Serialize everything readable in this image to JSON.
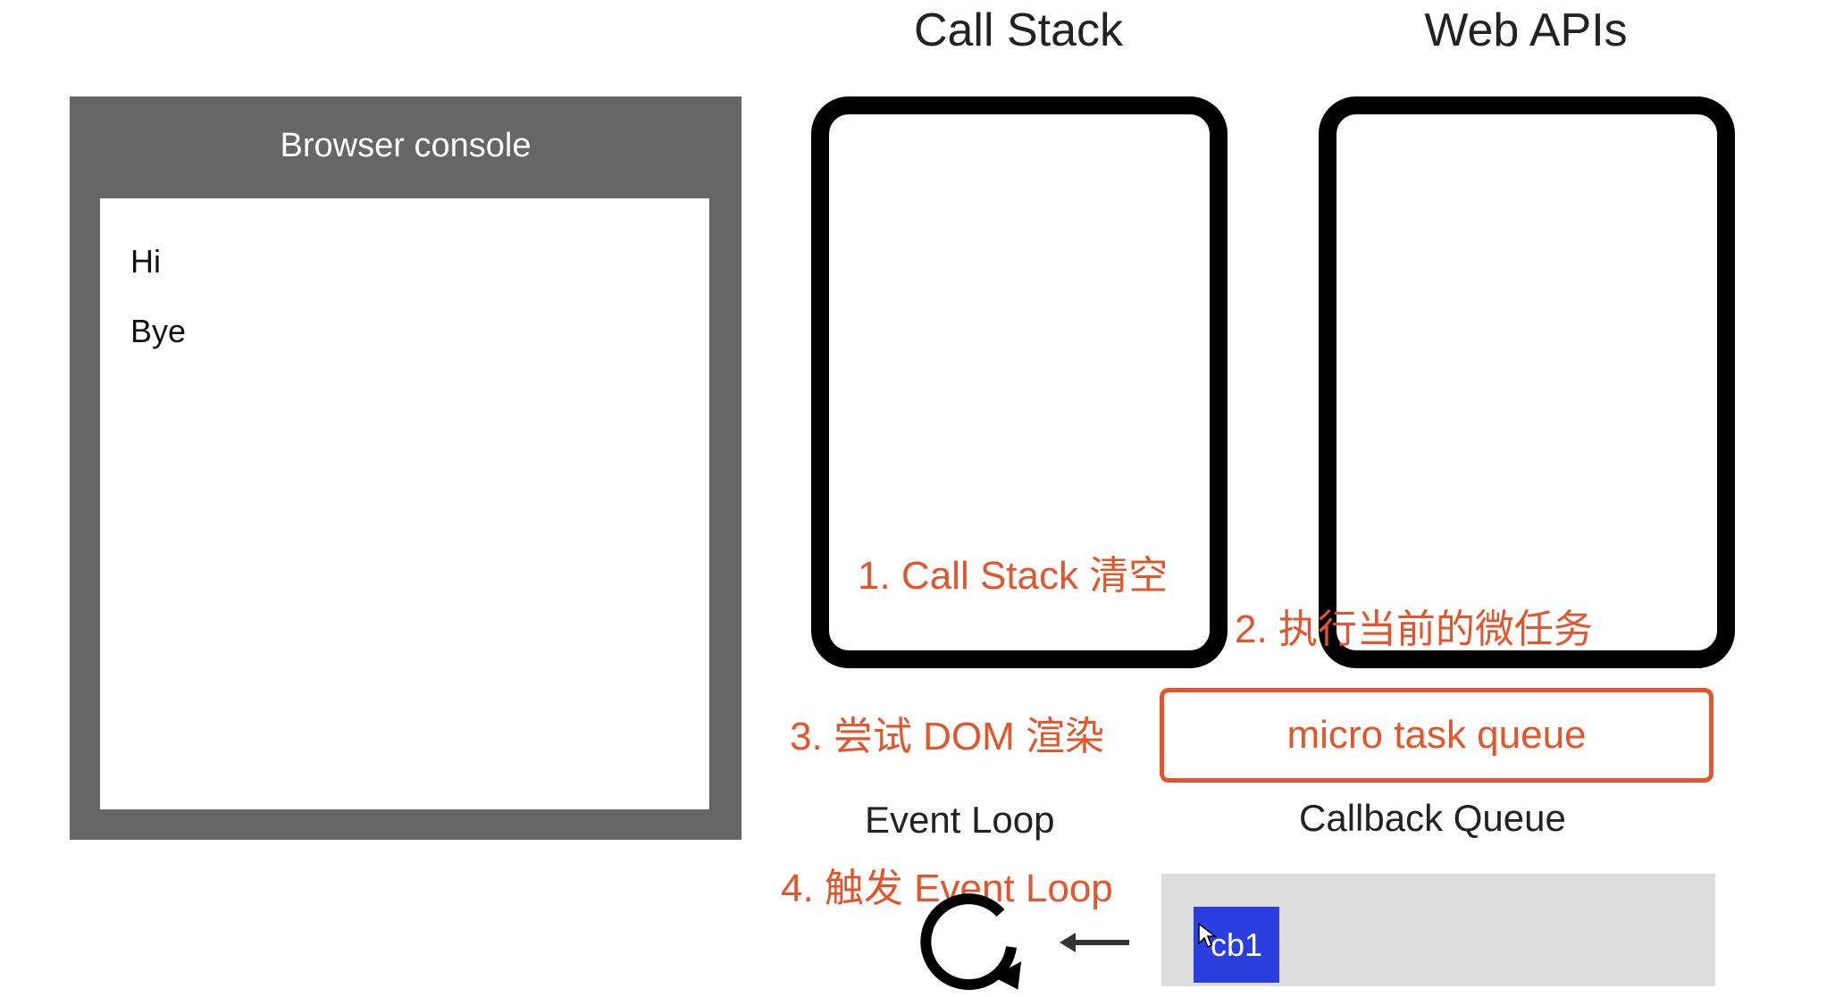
{
  "console": {
    "title": "Browser console",
    "lines": [
      "Hi",
      "Bye"
    ]
  },
  "titles": {
    "call_stack": "Call Stack",
    "web_apis": "Web APIs"
  },
  "notes": {
    "step1": "1. Call Stack 清空",
    "step2": "2. 执行当前的微任务",
    "step3": "3. 尝试 DOM 渲染",
    "step4": "4. 触发 Event Loop"
  },
  "micro_task_queue": {
    "label": "micro task queue"
  },
  "event_loop": {
    "label": "Event Loop"
  },
  "callback_queue": {
    "label": "Callback Queue",
    "items": [
      "cb1"
    ]
  },
  "colors": {
    "accent": "#e2552d",
    "console_frame": "#666666",
    "queue_item": "#2b3fe0",
    "callback_area": "#dddddd"
  },
  "icons": {
    "event_loop": "circular-arrow-icon",
    "flow_arrow": "arrow-left-icon",
    "cursor": "mouse-cursor-icon"
  }
}
